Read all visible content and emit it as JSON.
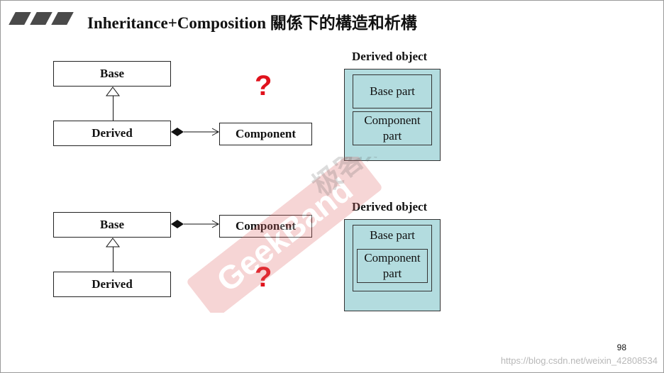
{
  "slide": {
    "title": "Inheritance+Composition 關係下的構造和析構",
    "page_number": "98",
    "credit": "https://blog.csdn.net/weixin_42808534",
    "watermark": {
      "text": "GeekBand",
      "brand": "极客班",
      "color": "#e06b6b"
    }
  },
  "diagram_top": {
    "base": "Base",
    "derived": "Derived",
    "component": "Component",
    "question": "?",
    "object_label": "Derived object",
    "parts": {
      "base_part": "Base part",
      "component_line1": "Component",
      "component_line2": "part"
    }
  },
  "diagram_bottom": {
    "base": "Base",
    "derived": "Derived",
    "component": "Component",
    "question": "?",
    "object_label": "Derived object",
    "parts": {
      "base_part": "Base part",
      "component_line1": "Component",
      "component_line2": "part"
    }
  },
  "colors": {
    "object_fill": "#b3dcdf",
    "question": "#e0121c",
    "title_bars": "#4a4a4a"
  }
}
